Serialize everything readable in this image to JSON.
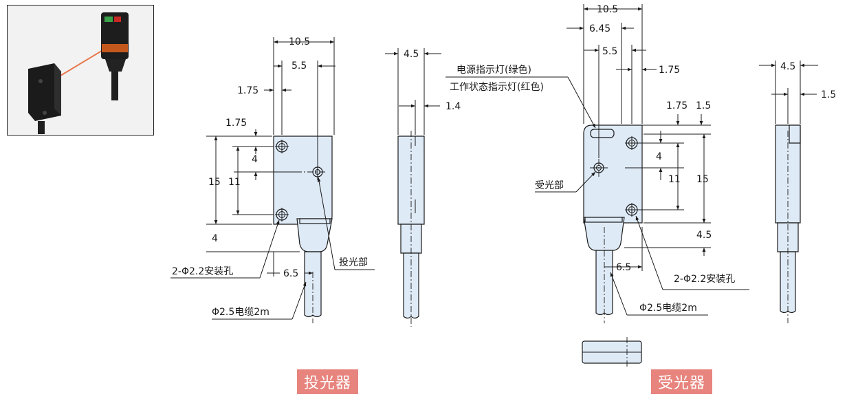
{
  "emitter": {
    "dims": {
      "w_total": "10.5",
      "w_center": "5.5",
      "hole_x": "1.75",
      "hole_y": "1.75",
      "hole_dy": "4",
      "height": "15",
      "hole_pitch": "11",
      "bottom_gap": "4",
      "cable_offset": "6.5"
    },
    "callouts": {
      "holes": "2-Φ2.2安装孔",
      "light_part": "投光部",
      "cable": "Φ2.5电缆2m"
    },
    "label": "投光器"
  },
  "emitter_side": {
    "dims": {
      "thickness": "4.5",
      "step": "1.4"
    }
  },
  "receiver": {
    "dims": {
      "w_total": "10.5",
      "w_a": "6.45",
      "w_center": "5.5",
      "hole_x": "1.75",
      "top_a": "1.75",
      "top_b": "1.5",
      "hole_dy": "4",
      "hole_pitch": "11",
      "height": "15",
      "bottom": "4.5",
      "cable_offset": "6.5"
    },
    "callouts": {
      "led1": "电源指示灯(绿色)",
      "led2": "工作状态指示灯(红色)",
      "light_part": "受光部",
      "holes": "2-Φ2.2安装孔",
      "cable": "Φ2.5电缆2m"
    },
    "label": "受光器"
  },
  "receiver_side": {
    "dims": {
      "thickness": "4.5",
      "step": "1.5"
    }
  }
}
